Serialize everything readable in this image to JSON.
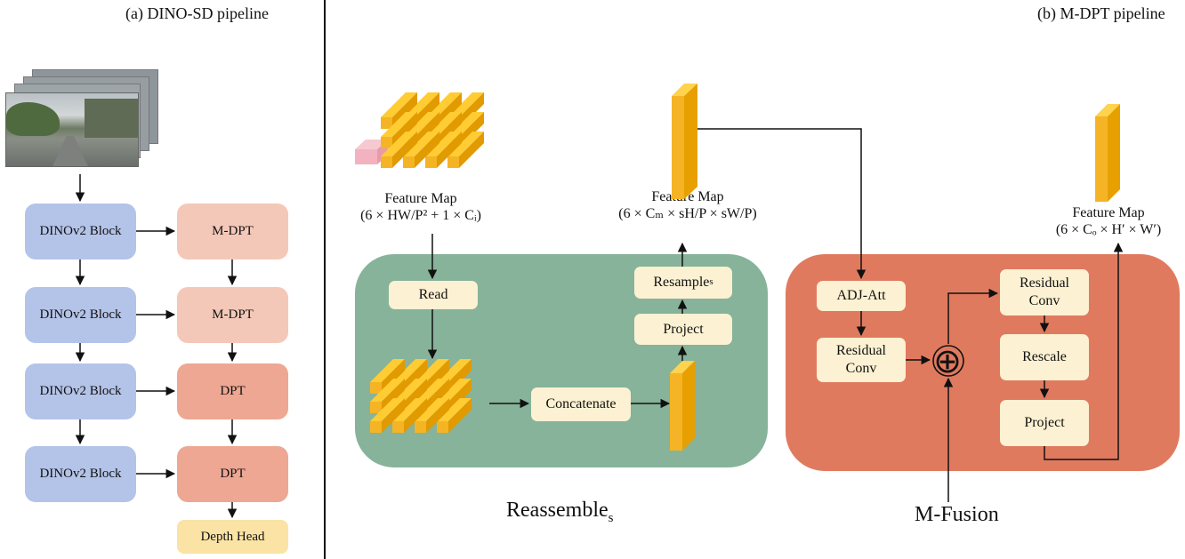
{
  "left_panel": {
    "title": "(a) DINO-SD pipeline",
    "encoder_blocks": [
      "DINOv2 Block",
      "DINOv2 Block",
      "DINOv2 Block",
      "DINOv2 Block"
    ],
    "decoder_blocks": [
      "M-DPT",
      "M-DPT",
      "DPT",
      "DPT"
    ],
    "head": "Depth Head"
  },
  "right_panel": {
    "title": "(b) M-DPT pipeline",
    "reassemble": {
      "caption": "Reassemble",
      "caption_sub": "s",
      "input_label_line1": "Feature Map",
      "input_label_line2": "(6 × HW/P² + 1 × Cᵢ)",
      "read": "Read",
      "concatenate": "Concatenate",
      "project": "Project",
      "resample": "Resample",
      "resample_sub": "s",
      "output_label_line1": "Feature Map",
      "output_label_line2": "(6 × Cₘ × sH/P × sW/P)"
    },
    "fusion": {
      "caption": "M-Fusion",
      "adj_att": "ADJ-Att",
      "residual_conv_left": "Residual Conv",
      "residual_conv_right": "Residual Conv",
      "rescale": "Rescale",
      "project": "Project",
      "plus_symbol": "⊕",
      "output_label_line1": "Feature Map",
      "output_label_line2": "(6 × Cₒ × H′ × W′)"
    }
  },
  "colors": {
    "dino_block": "#b4c3e8",
    "mdpt": "#f4c8b8",
    "dpt": "#eda793",
    "depth_head": "#fbe3a6",
    "reassemble_panel": "#86b39a",
    "fusion_panel": "#e07a5f",
    "inner_box": "#fcf1d2",
    "feature_orange": "#f7b82a"
  }
}
